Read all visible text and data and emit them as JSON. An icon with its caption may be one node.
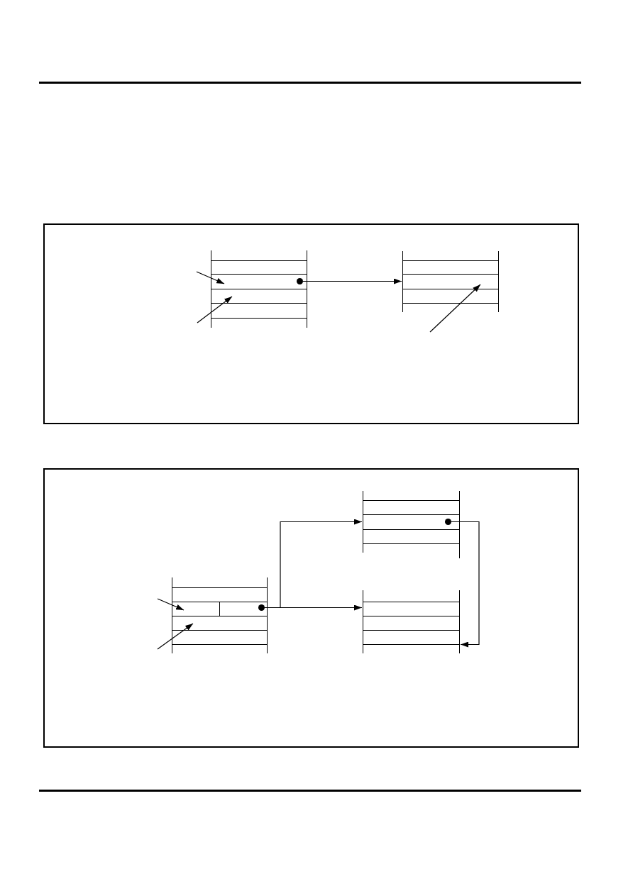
{
  "diagram": {
    "nodes": [
      {
        "text": [],
        "shape": "box"
      },
      {
        "text": [],
        "shape": "box",
        "in": 0
      },
      {
        "text": [],
        "shape": "box",
        "in": 1
      },
      {
        "text": [],
        "shape": "circle",
        "in": 2
      },
      {
        "text": [],
        "shape": "box",
        "in": 1
      },
      {
        "text": [],
        "shape": "box",
        "in": 0
      },
      {
        "text": [],
        "shape": "box",
        "in": 5
      },
      {
        "text": [],
        "shape": "box"
      },
      {
        "text": [],
        "shape": "box",
        "in": 7
      },
      {
        "text": [],
        "shape": "box",
        "in": 8
      },
      {
        "text": [],
        "shape": "circle",
        "in": 9
      },
      {
        "text": [],
        "shape": "box",
        "in": 7
      },
      {
        "text": [],
        "shape": "box",
        "in": 11
      },
      {
        "text": [],
        "shape": "box",
        "in": 11
      },
      {
        "text": [],
        "shape": "circle",
        "in": 13
      },
      {
        "text": [],
        "shape": "box",
        "in": 11
      },
      {
        "text": [],
        "shape": "box",
        "in": 7
      },
      {
        "text": [],
        "shape": "box",
        "in": 16
      }
    ],
    "edges": [
      {
        "from": null,
        "to": 2,
        "arrow": "to"
      },
      {
        "from": 3,
        "to": 6,
        "arrow": "to"
      },
      {
        "from": null,
        "to": 4,
        "arrow": "to"
      },
      {
        "from": null,
        "to": 6,
        "arrow": "to"
      },
      {
        "from": 10,
        "to": 16,
        "arrow": "to"
      },
      {
        "from": 14,
        "to": 9,
        "arrow": "to"
      },
      {
        "from": 14,
        "to": 17,
        "arrow": "to"
      },
      {
        "from": null,
        "to": 12,
        "arrow": "to"
      },
      {
        "from": null,
        "to": 15,
        "arrow": "to"
      }
    ]
  }
}
